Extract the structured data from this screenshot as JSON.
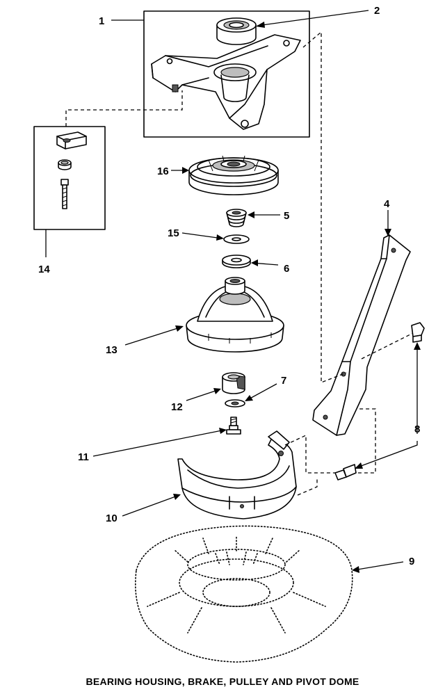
{
  "diagram": {
    "caption": "BEARING HOUSING, BRAKE, PULLEY AND PIVOT DOME",
    "callouts": {
      "c1": "1",
      "c2": "2",
      "c4": "4",
      "c5": "5",
      "c6": "6",
      "c7": "7",
      "c8": "8",
      "c9": "9",
      "c10": "10",
      "c11": "11",
      "c12": "12",
      "c13": "13",
      "c14": "14",
      "c15": "15",
      "c16": "16"
    },
    "parts": [
      {
        "number": "1",
        "part": "bearing-housing-assembly"
      },
      {
        "number": "2",
        "part": "bearing"
      },
      {
        "number": "4",
        "part": "support-bracket"
      },
      {
        "number": "5",
        "part": "spring"
      },
      {
        "number": "6",
        "part": "washer"
      },
      {
        "number": "7",
        "part": "washer"
      },
      {
        "number": "8",
        "part": "bolt"
      },
      {
        "number": "9",
        "part": "pivot-dome"
      },
      {
        "number": "10",
        "part": "brake-band"
      },
      {
        "number": "11",
        "part": "screw"
      },
      {
        "number": "12",
        "part": "bushing"
      },
      {
        "number": "13",
        "part": "brake-drum"
      },
      {
        "number": "14",
        "part": "hardware-kit"
      },
      {
        "number": "15",
        "part": "washer"
      },
      {
        "number": "16",
        "part": "pulley"
      }
    ]
  }
}
